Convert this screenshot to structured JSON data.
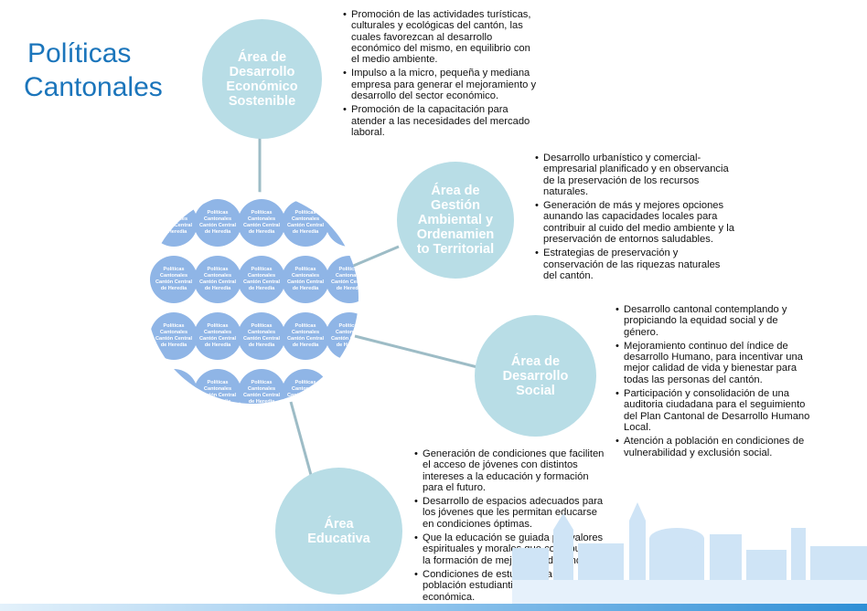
{
  "title": {
    "line1": "Políticas",
    "line2": "Cantonales"
  },
  "center_tile": {
    "line1": "Políticas",
    "line2": "Cantonales",
    "line3": "Cantón Central",
    "line4": "de Heredia"
  },
  "nodes": [
    {
      "label": "Área de\nDesarrollo\nEconómico\nSostenible",
      "items": [
        "Promoción de las actividades turísticas, culturales y ecológicas del cantón, las cuales favorezcan al desarrollo económico del mismo, en equilibrio con el medio ambiente.",
        "Impulso a la micro, pequeña y mediana empresa para generar el mejoramiento y desarrollo del sector económico.",
        "Promoción de la  capacitación para atender a las necesidades del mercado laboral."
      ]
    },
    {
      "label": "Área de\nGestión\nAmbiental y\nOrdenamien\nto Territorial",
      "items": [
        "Desarrollo urbanístico y comercial-empresarial planificado y en observancia de la preservación de los recursos naturales.",
        "Generación de más y mejores opciones aunando las capacidades locales  para contribuir al cuido del medio ambiente y la preservación de entornos saludables.",
        "Estrategias de preservación y conservación de las riquezas naturales del cantón."
      ]
    },
    {
      "label": "Área de\nDesarrollo\nSocial",
      "items": [
        "Desarrollo cantonal contemplando y propiciando la equidad social y de género.",
        "Mejoramiento continuo del índice de desarrollo Humano, para incentivar una mejor calidad de vida y bienestar para todas las personas del cantón.",
        "Participación y consolidación de una auditoria ciudadana para el seguimiento del Plan Cantonal de Desarrollo Humano Local.",
        "Atención a población en condiciones de vulnerabilidad y exclusión social."
      ]
    },
    {
      "label": "Área\nEducativa",
      "items": [
        "Generación de condiciones que faciliten el acceso de jóvenes con distintos intereses a la educación y formación para el futuro.",
        "Desarrollo  de espacios adecuados para los jóvenes que les permitan educarse en condiciones óptimas.",
        "Que la educación se guiada por valores espirituales y morales que contribuyan a la formación de mejores ciudadanos/as.",
        "Condiciones de estudio para la población estudiantil con vulnerabilidad económica."
      ]
    }
  ],
  "colors": {
    "title": "#1b75bb",
    "node_fill": "#b8dde6",
    "connector": "#9dbcc6",
    "tile_fill": "#8fb5e6",
    "skyline": "#cfe4f6"
  }
}
